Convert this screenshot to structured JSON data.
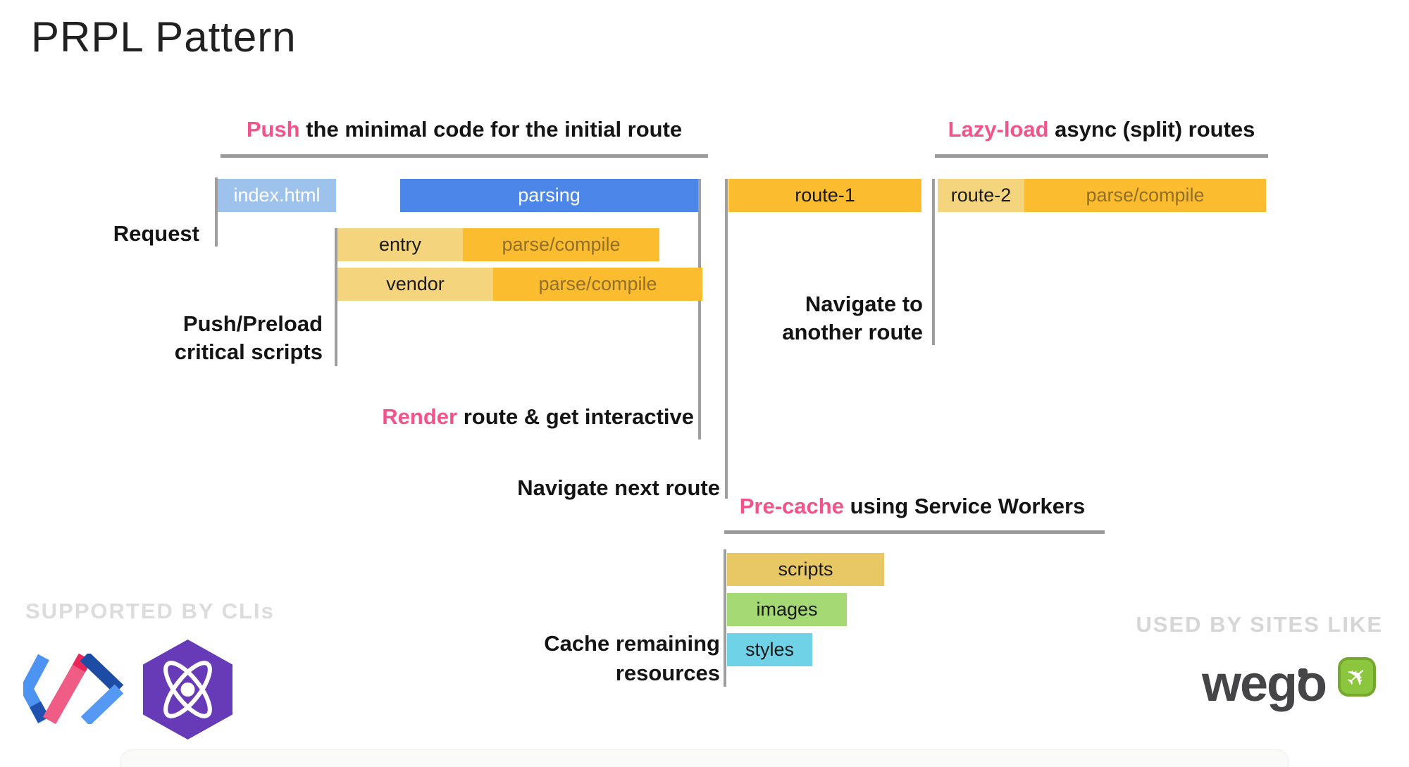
{
  "title": "PRPL Pattern",
  "headings": {
    "push": {
      "highlight": "Push",
      "rest": " the minimal code for the initial route"
    },
    "lazy_load": {
      "highlight": "Lazy-load",
      "rest": " async (split) routes"
    },
    "pre_cache": {
      "highlight": "Pre-cache",
      "rest": " using Service Workers"
    }
  },
  "row_labels": {
    "request": "Request",
    "push_preload": {
      "line1": "Push/Preload",
      "line2": "critical scripts"
    },
    "render": {
      "highlight": "Render",
      "rest": " route & get interactive"
    },
    "navigate_next": "Navigate next route",
    "navigate_another": {
      "line1": "Navigate to",
      "line2": "another route"
    },
    "cache_remaining": {
      "line1": "Cache remaining",
      "line2": "resources"
    }
  },
  "timeline": {
    "index_html": "index.html",
    "parsing": "parsing",
    "entry": "entry",
    "entry_parse": "parse/compile",
    "vendor": "vendor",
    "vendor_parse": "parse/compile",
    "route1": "route-1",
    "route2": "route-2",
    "route2_parse": "parse/compile",
    "scripts": "scripts",
    "images": "images",
    "styles": "styles"
  },
  "footer": {
    "left_caption": "SUPPORTED BY CLIs",
    "right_caption": "USED BY SITES LIKE",
    "wego_wordmark": "wego"
  },
  "icons": {
    "airplane_glyph": "✈"
  },
  "colors": {
    "accent_pink": "#F3538B",
    "bar_blue_light": "#9DC2EC",
    "bar_blue": "#4C86E8",
    "bar_tan": "#F4D57E",
    "bar_orange": "#FBBD2F",
    "bar_gold": "#E8C765",
    "bar_green": "#A4D973",
    "bar_cyan": "#6FD2E7",
    "parse_compile_text": "#92702A",
    "line_gray": "#9E9E9E",
    "caption_gray": "#DCDCDC",
    "preact_purple": "#673AB8",
    "wego_green": "#8CC63F",
    "wego_text_gray": "#454547"
  }
}
